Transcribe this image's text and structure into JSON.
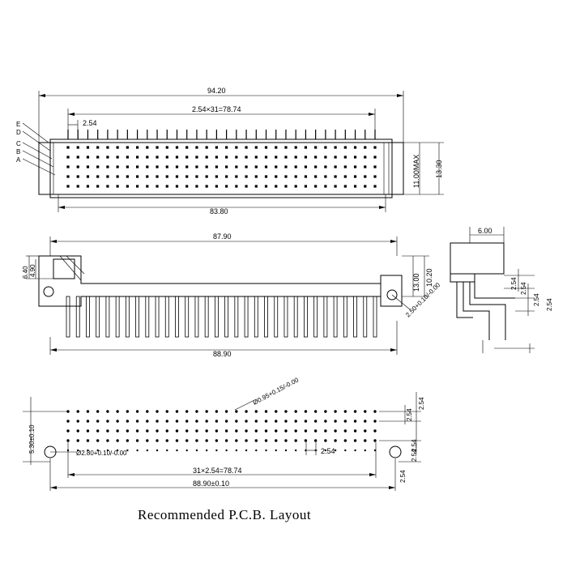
{
  "top_view": {
    "dim_overall_width": "94.20",
    "dim_pitch_total": "2.54×31=78.74",
    "dim_pitch": "2.54",
    "dim_body_width": "83.80",
    "dim_height_max": "11.00MAX",
    "dim_total_height": "13.30",
    "row_labels": [
      "E",
      "D",
      "C",
      "B",
      "A"
    ],
    "pins_per_row": 32
  },
  "side_view": {
    "dim_body_length": "87.90",
    "dim_pin_span": "88.90",
    "dim_left_height_1": "6.40",
    "dim_left_height_2": "4.90",
    "dim_right_height_1": "13.00",
    "dim_right_height_2": "10.20",
    "dim_hole": "2.50+0.10/-0.00"
  },
  "end_view": {
    "dim_top_width": "6.00",
    "dim_pitches": [
      "2.54",
      "2.54",
      "2.54",
      "2.54"
    ]
  },
  "pcb_layout": {
    "dim_pin_hole": "Ø0.95+0.15/-0.00",
    "dim_mount_hole": "Ø2.80+0.10/-0.00",
    "dim_pitch_total": "31×2.54=78.74",
    "dim_overall": "88.90±0.10",
    "dim_left_offset": "5.30±0.10",
    "dim_pitch": "2.54",
    "dim_right_pitches": [
      "2.54",
      "2.54",
      "2.54",
      "2.54",
      "2.54"
    ],
    "caption": "Recommended P.C.B. Layout"
  }
}
